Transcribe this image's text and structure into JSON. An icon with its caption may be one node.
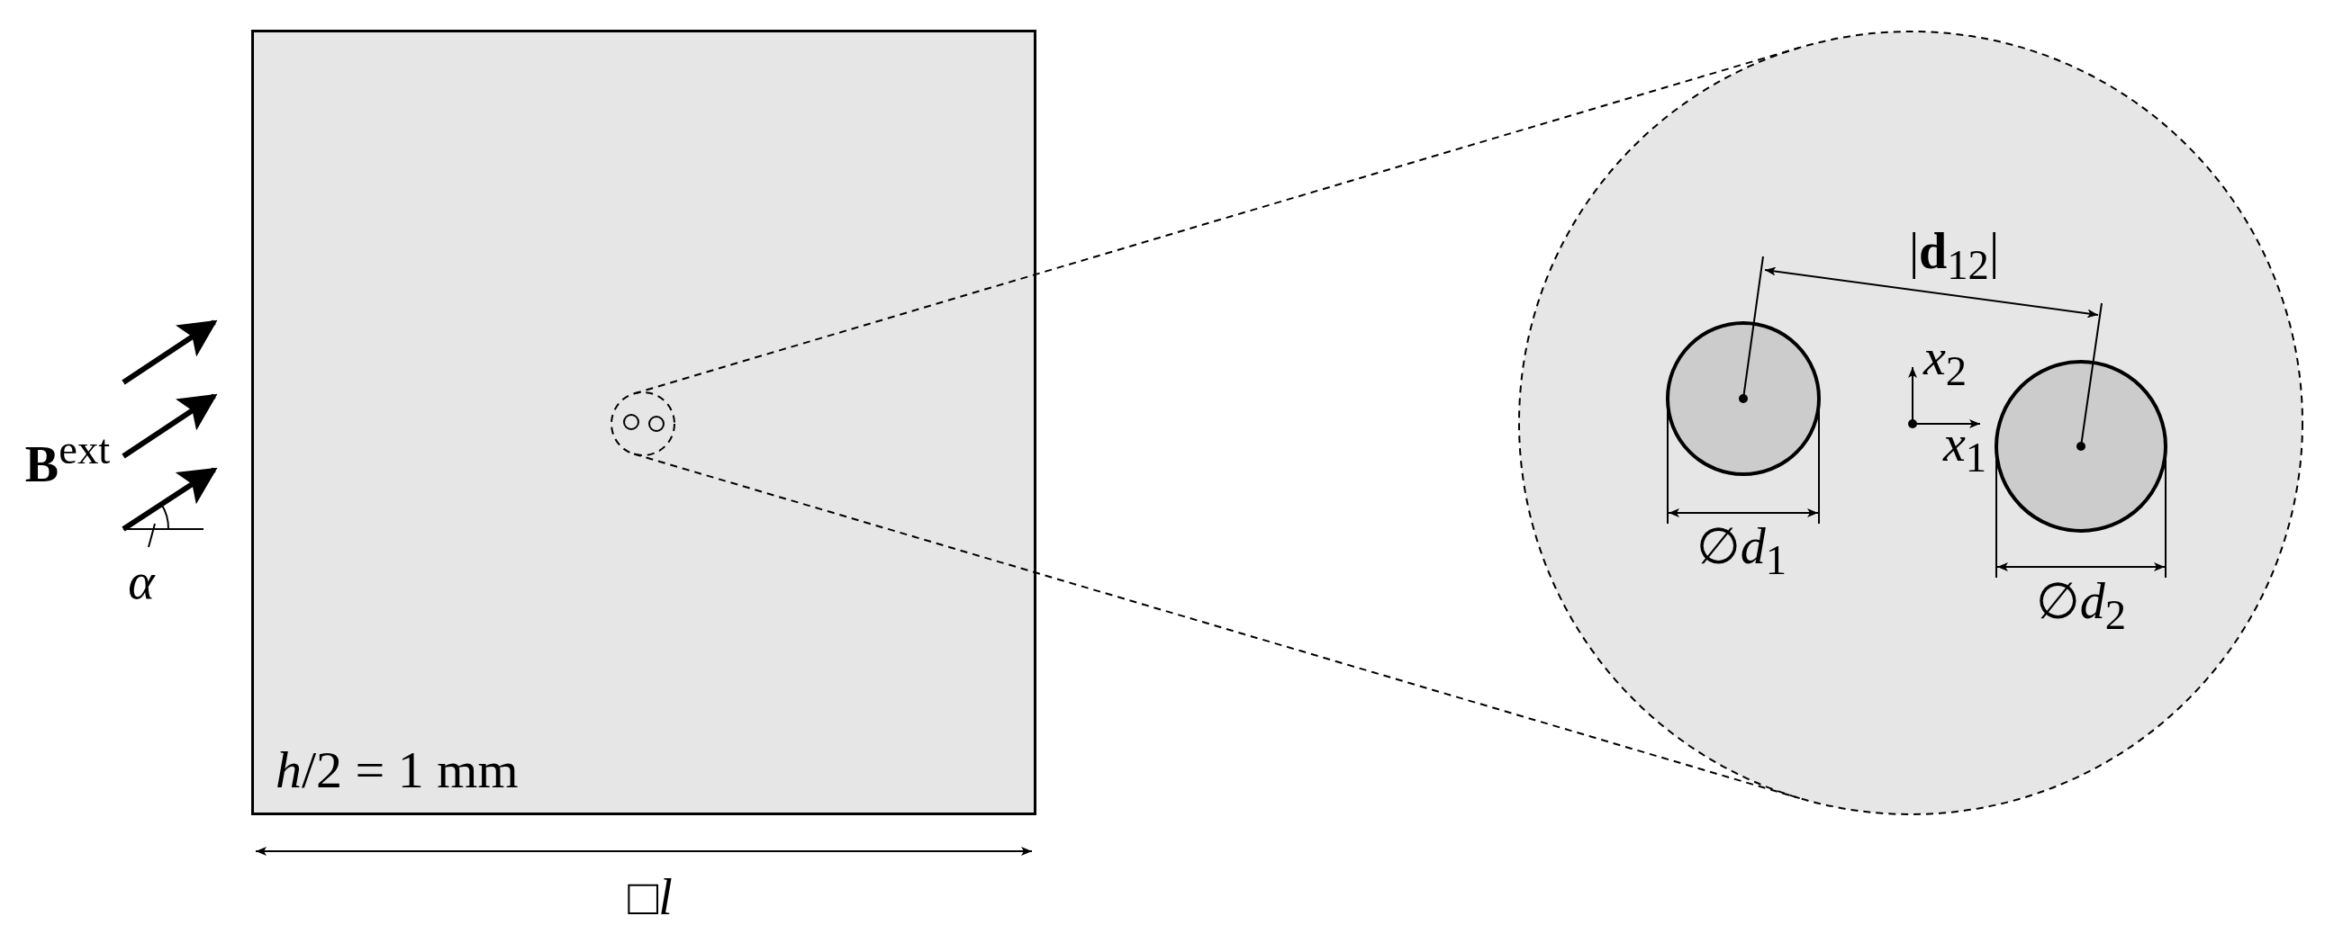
{
  "diagram": {
    "nodes": [
      {
        "text": [
          "*h*/2 = 1 mm"
        ]
      },
      {
        "text": [],
        "shape": "circle",
        "in": 0
      },
      {
        "text": [],
        "shape": "circle"
      }
    ],
    "edges": [
      {
        "from": 1,
        "to": 2,
        "arrow": "none",
        "style": "dashed"
      },
      {
        "from": 1,
        "to": 2,
        "arrow": "none",
        "style": "dashed"
      }
    ],
    "labels": [
      "|**d**$_{12}$|",
      "*x*$_{2}$",
      "*x*$_{1}$",
      "**B**$^{ext}$",
      "∅*d*$_{1}$",
      "*α*",
      "∅*d*$_{2}$",
      "□*l*"
    ]
  }
}
